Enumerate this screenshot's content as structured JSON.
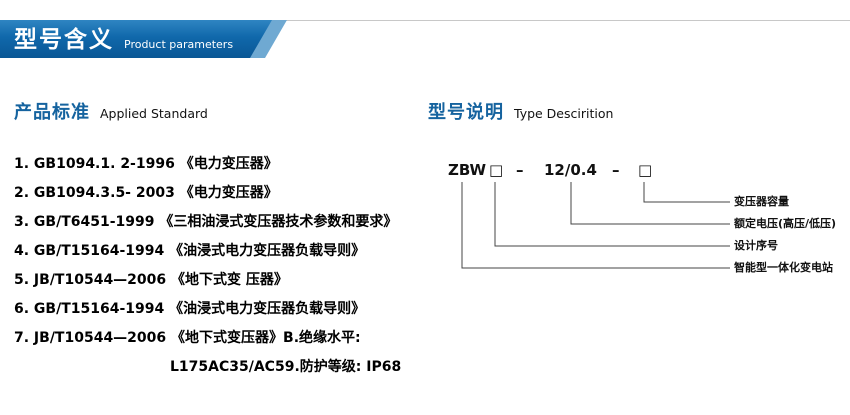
{
  "header": {
    "title": "型号含义",
    "subtitle": "Product parameters"
  },
  "standards": {
    "title": "产品标准",
    "title_en": "Applied Standard",
    "items": [
      "1. GB1094.1. 2-1996 《电力变压器》",
      "2. GB1094.3.5- 2003 《电力变压器》",
      "3. GB/T6451-1999  《三相油浸式变压器技术参数和要求》",
      "4. GB/T15164-1994 《油浸式电力变压器负载导则》",
      "5. JB/T10544—2006 《地下式变 压器》",
      "6. GB/T15164-1994 《油浸式电力变压器负载导则》",
      "7. JB/T10544—2006 《地下式变压器》B.绝缘水平:"
    ],
    "continuation": "L175AC35/AC59.防护等级: IP68"
  },
  "model": {
    "title": "型号说明",
    "title_en": "Type Descirition",
    "code": [
      "ZBW",
      "□",
      "–",
      "12/0.4",
      "–",
      "□"
    ],
    "labels": [
      "变压器容量",
      "额定电压(高压/低压)",
      "设计序号",
      "智能型一体化变电站"
    ]
  },
  "colors": {
    "accent_blue": "#15639f",
    "banner_top": "#2f85c2",
    "banner_bottom": "#0a5795",
    "line": "#444444"
  }
}
